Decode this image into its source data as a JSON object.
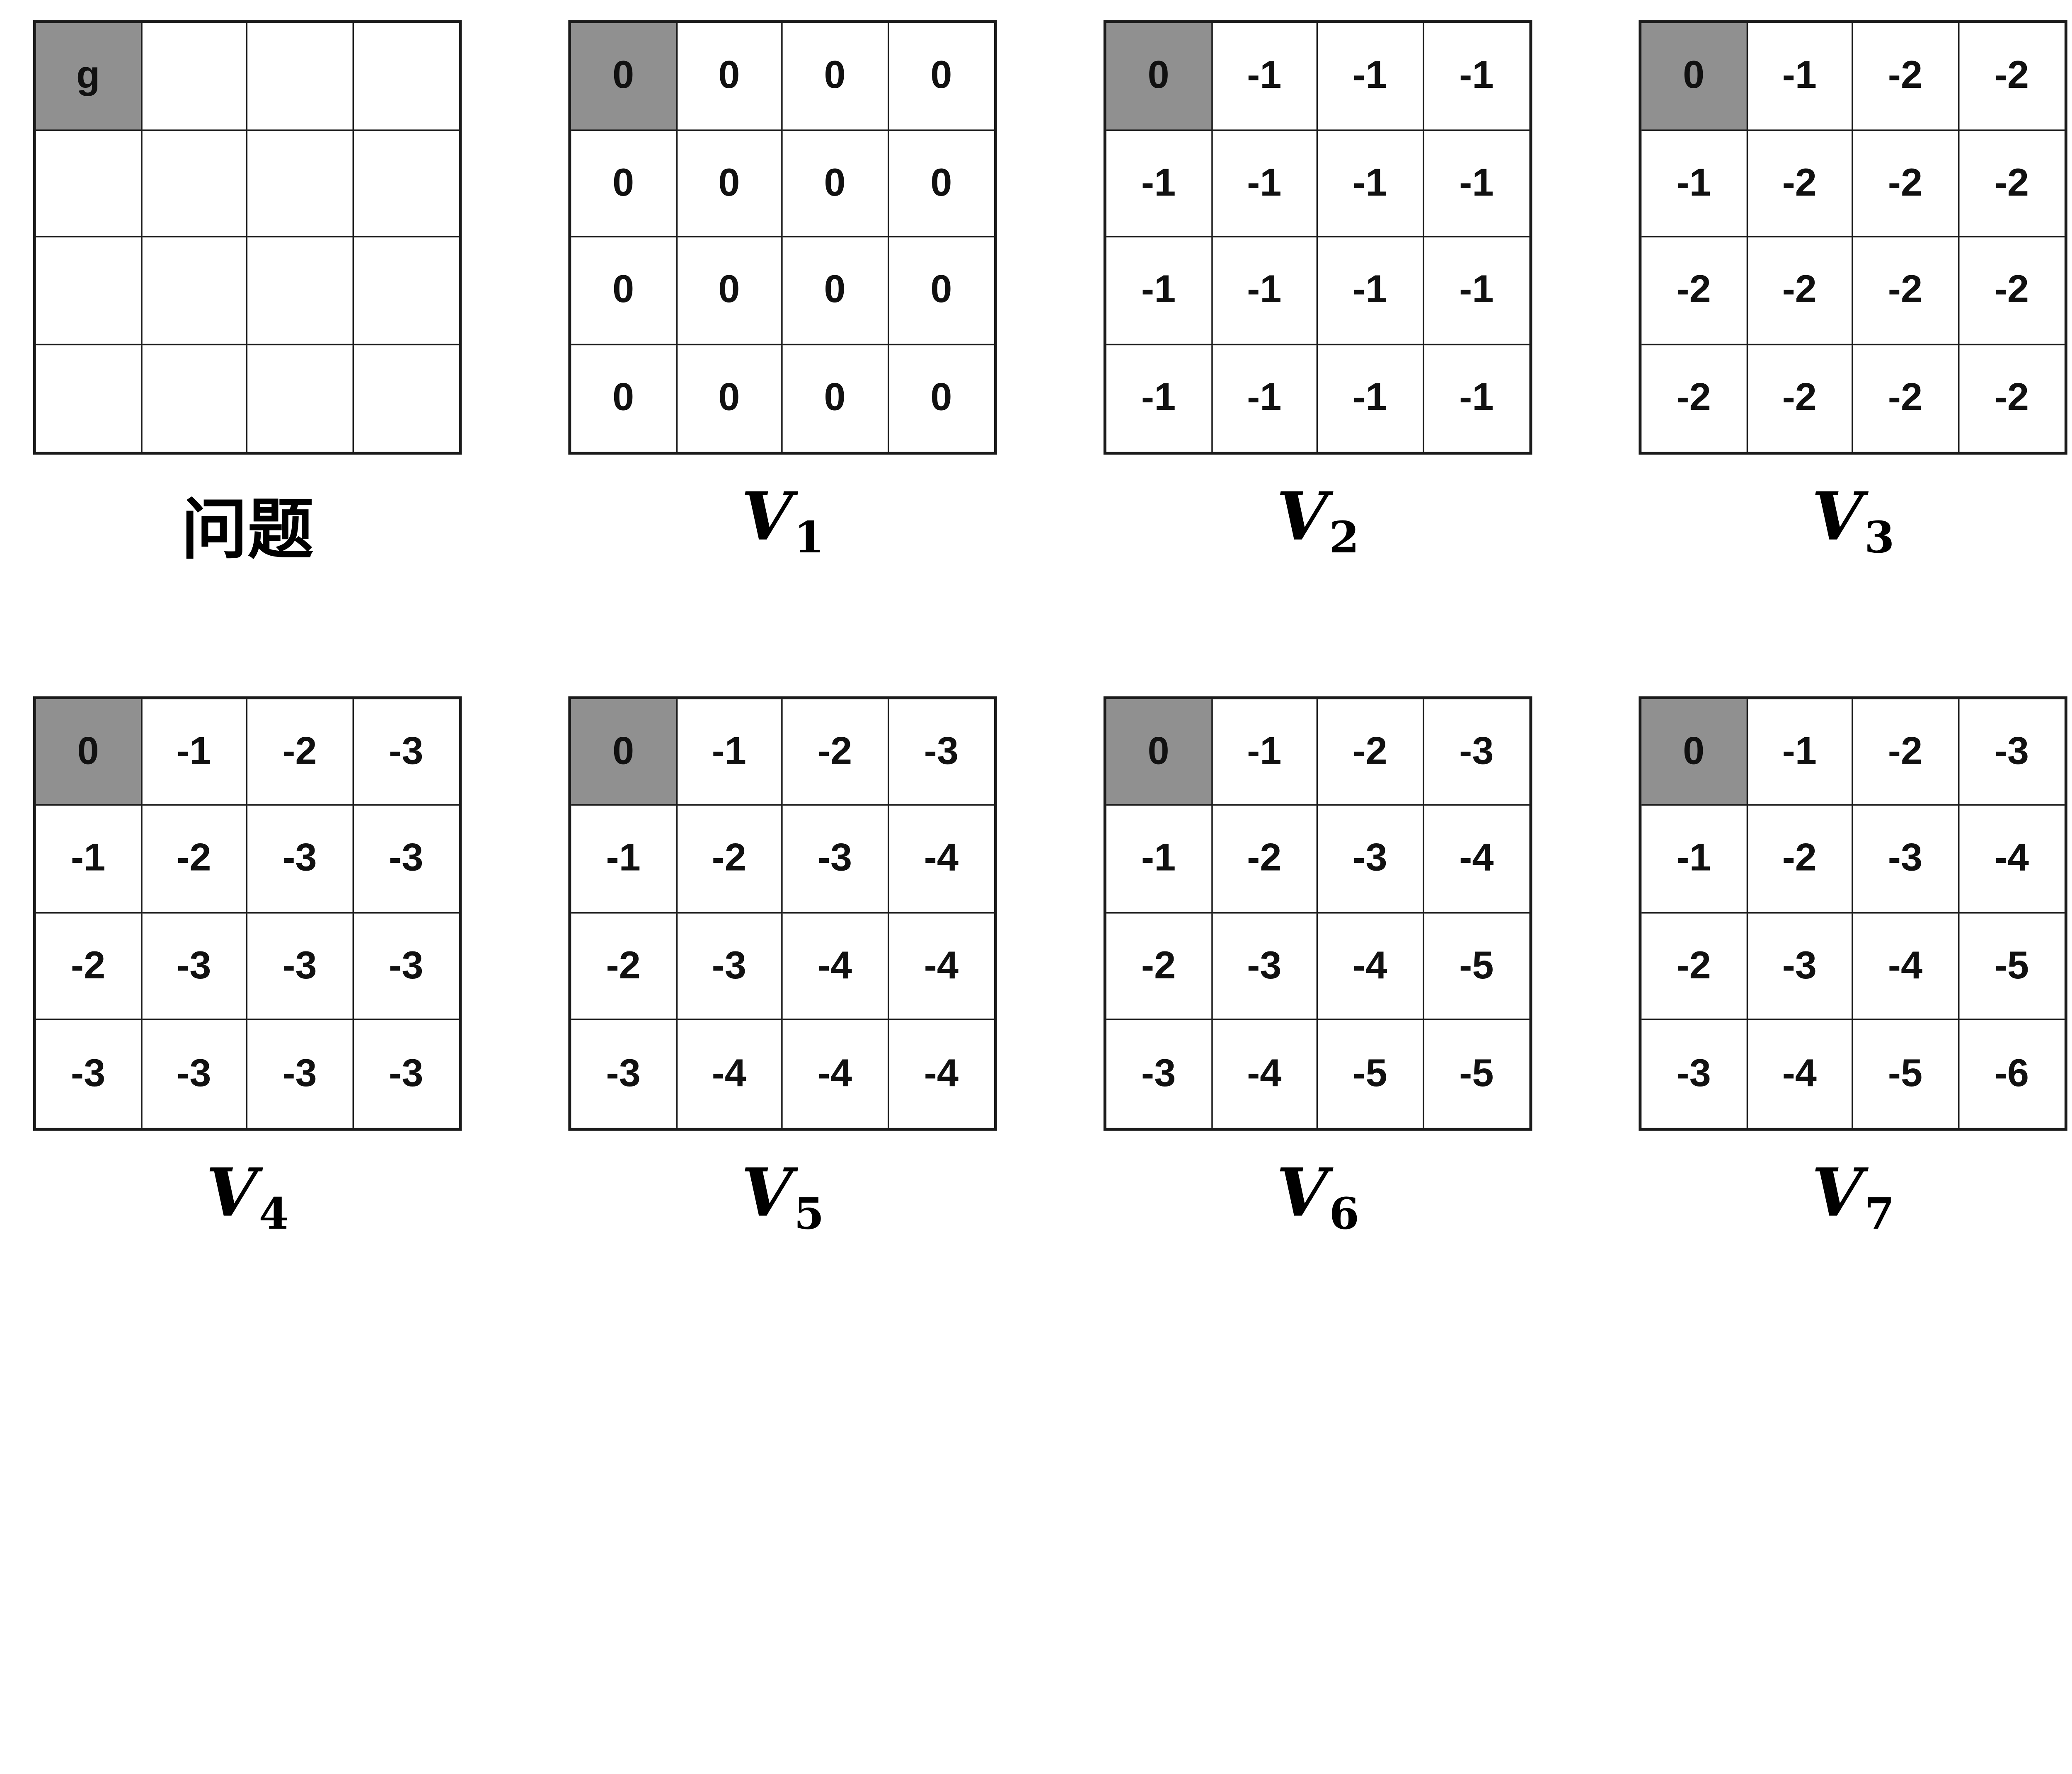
{
  "colors": {
    "highlight": "#909090",
    "line": "#1b1b1b",
    "text": "#111111",
    "background": "#ffffff"
  },
  "figure": {
    "grids": [
      {
        "id": "problem",
        "label": "问题",
        "goal_marker": "g",
        "highlight": [
          0,
          0
        ],
        "cells": [
          [
            "g",
            "",
            "",
            ""
          ],
          [
            "",
            "",
            "",
            ""
          ],
          [
            "",
            "",
            "",
            ""
          ],
          [
            "",
            "",
            "",
            ""
          ]
        ]
      },
      {
        "id": "v1",
        "label_base": "V",
        "label_sub": "1",
        "highlight": [
          0,
          0
        ],
        "cells": [
          [
            "0",
            "0",
            "0",
            "0"
          ],
          [
            "0",
            "0",
            "0",
            "0"
          ],
          [
            "0",
            "0",
            "0",
            "0"
          ],
          [
            "0",
            "0",
            "0",
            "0"
          ]
        ]
      },
      {
        "id": "v2",
        "label_base": "V",
        "label_sub": "2",
        "highlight": [
          0,
          0
        ],
        "cells": [
          [
            "0",
            "-1",
            "-1",
            "-1"
          ],
          [
            "-1",
            "-1",
            "-1",
            "-1"
          ],
          [
            "-1",
            "-1",
            "-1",
            "-1"
          ],
          [
            "-1",
            "-1",
            "-1",
            "-1"
          ]
        ]
      },
      {
        "id": "v3",
        "label_base": "V",
        "label_sub": "3",
        "highlight": [
          0,
          0
        ],
        "cells": [
          [
            "0",
            "-1",
            "-2",
            "-2"
          ],
          [
            "-1",
            "-2",
            "-2",
            "-2"
          ],
          [
            "-2",
            "-2",
            "-2",
            "-2"
          ],
          [
            "-2",
            "-2",
            "-2",
            "-2"
          ]
        ]
      },
      {
        "id": "v4",
        "label_base": "V",
        "label_sub": "4",
        "highlight": [
          0,
          0
        ],
        "cells": [
          [
            "0",
            "-1",
            "-2",
            "-3"
          ],
          [
            "-1",
            "-2",
            "-3",
            "-3"
          ],
          [
            "-2",
            "-3",
            "-3",
            "-3"
          ],
          [
            "-3",
            "-3",
            "-3",
            "-3"
          ]
        ]
      },
      {
        "id": "v5",
        "label_base": "V",
        "label_sub": "5",
        "highlight": [
          0,
          0
        ],
        "cells": [
          [
            "0",
            "-1",
            "-2",
            "-3"
          ],
          [
            "-1",
            "-2",
            "-3",
            "-4"
          ],
          [
            "-2",
            "-3",
            "-4",
            "-4"
          ],
          [
            "-3",
            "-4",
            "-4",
            "-4"
          ]
        ]
      },
      {
        "id": "v6",
        "label_base": "V",
        "label_sub": "6",
        "highlight": [
          0,
          0
        ],
        "cells": [
          [
            "0",
            "-1",
            "-2",
            "-3"
          ],
          [
            "-1",
            "-2",
            "-3",
            "-4"
          ],
          [
            "-2",
            "-3",
            "-4",
            "-5"
          ],
          [
            "-3",
            "-4",
            "-5",
            "-5"
          ]
        ]
      },
      {
        "id": "v7",
        "label_base": "V",
        "label_sub": "7",
        "highlight": [
          0,
          0
        ],
        "cells": [
          [
            "0",
            "-1",
            "-2",
            "-3"
          ],
          [
            "-1",
            "-2",
            "-3",
            "-4"
          ],
          [
            "-2",
            "-3",
            "-4",
            "-5"
          ],
          [
            "-3",
            "-4",
            "-5",
            "-6"
          ]
        ]
      }
    ]
  }
}
